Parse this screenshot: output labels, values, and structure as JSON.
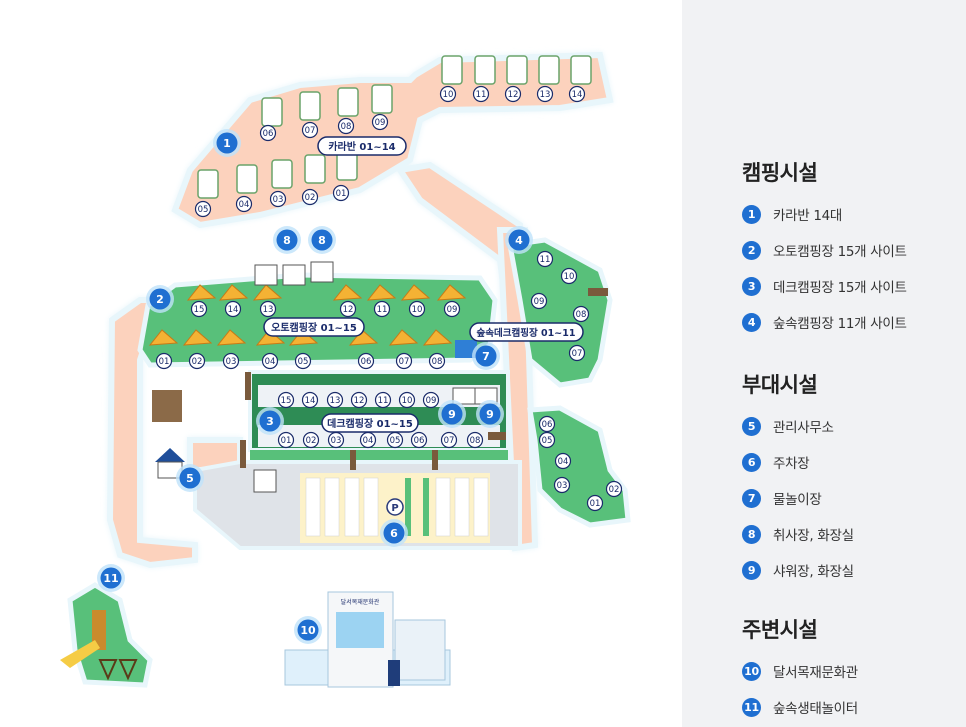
{
  "map": {
    "labels": {
      "caravan": "카라반 01~14",
      "auto_camp": "오토캠핑장 01~15",
      "forest_deck": "숲속데크캠핑장 01~11",
      "deck_camp": "데크캠핑장 01~15",
      "culture_hall_sign": "달서목재문화관",
      "parking_symbol": "P"
    },
    "markers": [
      "1",
      "2",
      "3",
      "4",
      "5",
      "6",
      "7",
      "8",
      "8",
      "9",
      "9",
      "10",
      "11"
    ],
    "caravan_lower": [
      "05",
      "04",
      "03",
      "02",
      "01"
    ],
    "caravan_upper": [
      "06",
      "07",
      "08",
      "09"
    ],
    "caravan_right": [
      "10",
      "11",
      "12",
      "13",
      "14"
    ],
    "auto_top": [
      "15",
      "14",
      "13",
      "12",
      "11",
      "10",
      "09"
    ],
    "auto_bottom": [
      "01",
      "02",
      "03",
      "04",
      "05",
      "06",
      "07",
      "08"
    ],
    "deck_top": [
      "15",
      "14",
      "13",
      "12",
      "11",
      "10",
      "09"
    ],
    "deck_bottom": [
      "01",
      "02",
      "03",
      "04",
      "05",
      "06",
      "07",
      "08"
    ],
    "forest_upper": [
      "11",
      "10",
      "09",
      "08",
      "07"
    ],
    "forest_lower": [
      "06",
      "05",
      "04",
      "03",
      "02",
      "01"
    ]
  },
  "legend": {
    "sections": [
      {
        "title": "캠핑시설",
        "items": [
          {
            "num": "1",
            "label": "카라반 14대"
          },
          {
            "num": "2",
            "label": "오토캠핑장 15개 사이트"
          },
          {
            "num": "3",
            "label": "데크캠핑장 15개 사이트"
          },
          {
            "num": "4",
            "label": "숲속캠핑장 11개 사이트"
          }
        ]
      },
      {
        "title": "부대시설",
        "items": [
          {
            "num": "5",
            "label": "관리사무소"
          },
          {
            "num": "6",
            "label": "주차장"
          },
          {
            "num": "7",
            "label": "물놀이장"
          },
          {
            "num": "8",
            "label": "취사장, 화장실"
          },
          {
            "num": "9",
            "label": "샤워장, 화장실"
          }
        ]
      },
      {
        "title": "주변시설",
        "items": [
          {
            "num": "10",
            "label": "달서목재문화관"
          },
          {
            "num": "11",
            "label": "숲속생태놀이터"
          }
        ]
      }
    ]
  },
  "colors": {
    "path": "#fcd2bd",
    "grass": "#58c07a",
    "marker": "#1f6fd1",
    "deck_road": "#2e8c55",
    "parking": "#dfe3e8",
    "legend_bg": "#f1f2f4"
  }
}
